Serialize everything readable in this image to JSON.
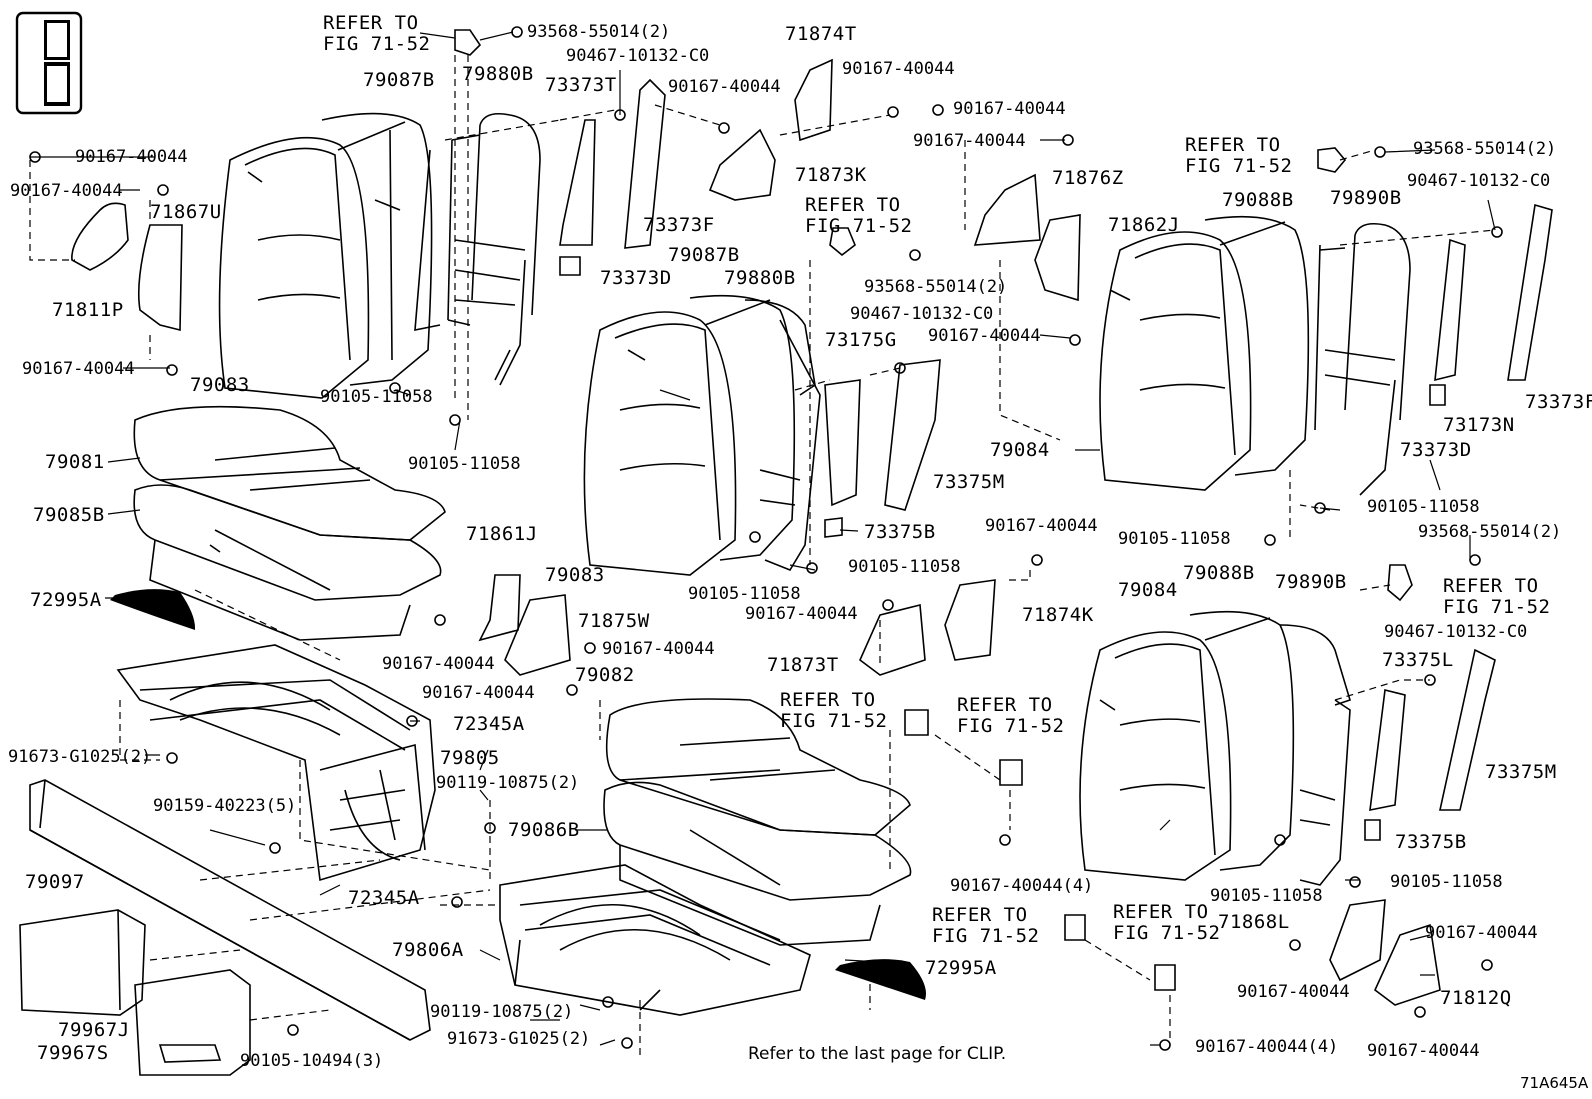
{
  "diagram_code": "71A645A",
  "footnote": "Refer to the last page for CLIP.",
  "labels": [
    {
      "id": "l1",
      "text": "REFER TO\nFIG 71-52",
      "cls": "big"
    },
    {
      "id": "l2",
      "text": "93568-55014(2)"
    },
    {
      "id": "l3",
      "text": "90467-10132-C0"
    },
    {
      "id": "l4",
      "text": "79087B",
      "cls": "big"
    },
    {
      "id": "l5",
      "text": "79880B",
      "cls": "big"
    },
    {
      "id": "l6",
      "text": "73373T",
      "cls": "big"
    },
    {
      "id": "l7",
      "text": "90167-40044"
    },
    {
      "id": "l8",
      "text": "71874T",
      "cls": "big"
    },
    {
      "id": "l9",
      "text": "90167-40044"
    },
    {
      "id": "l10",
      "text": "90167-40044"
    },
    {
      "id": "l11",
      "text": "90167-40044"
    },
    {
      "id": "l12",
      "text": "90167-40044"
    },
    {
      "id": "l13",
      "text": "71867U",
      "cls": "big"
    },
    {
      "id": "l14",
      "text": "71873K",
      "cls": "big"
    },
    {
      "id": "l15",
      "text": "73373F",
      "cls": "big"
    },
    {
      "id": "l16",
      "text": "REFER TO\nFIG 71-52",
      "cls": "big"
    },
    {
      "id": "l17",
      "text": "90167-40044"
    },
    {
      "id": "l18",
      "text": "71876Z",
      "cls": "big"
    },
    {
      "id": "l19",
      "text": "REFER TO\nFIG 71-52",
      "cls": "big"
    },
    {
      "id": "l20",
      "text": "93568-55014(2)"
    },
    {
      "id": "l21",
      "text": "90467-10132-C0"
    },
    {
      "id": "l22",
      "text": "79088B",
      "cls": "big"
    },
    {
      "id": "l23",
      "text": "79890B",
      "cls": "big"
    },
    {
      "id": "l24",
      "text": "71811P",
      "cls": "big"
    },
    {
      "id": "l25",
      "text": "73373D",
      "cls": "big"
    },
    {
      "id": "l26",
      "text": "79087B",
      "cls": "big"
    },
    {
      "id": "l27",
      "text": "79880B",
      "cls": "big"
    },
    {
      "id": "l28",
      "text": "93568-55014(2)"
    },
    {
      "id": "l29",
      "text": "71862J",
      "cls": "big"
    },
    {
      "id": "l30",
      "text": "90167-40044"
    },
    {
      "id": "l31",
      "text": "90467-10132-C0"
    },
    {
      "id": "l32",
      "text": "73175G",
      "cls": "big"
    },
    {
      "id": "l33",
      "text": "90167-40044"
    },
    {
      "id": "l34",
      "text": "79083",
      "cls": "big"
    },
    {
      "id": "l35",
      "text": "90105-11058"
    },
    {
      "id": "l36",
      "text": "90105-11058"
    },
    {
      "id": "l37",
      "text": "79081",
      "cls": "big"
    },
    {
      "id": "l38",
      "text": "79085B",
      "cls": "big"
    },
    {
      "id": "l39",
      "text": "73375M",
      "cls": "big"
    },
    {
      "id": "l40",
      "text": "79084",
      "cls": "big"
    },
    {
      "id": "l41",
      "text": "73173N",
      "cls": "big"
    },
    {
      "id": "l42",
      "text": "73373F",
      "cls": "big"
    },
    {
      "id": "l43",
      "text": "73373D",
      "cls": "big"
    },
    {
      "id": "l44",
      "text": "90105-11058"
    },
    {
      "id": "l45",
      "text": "71861J",
      "cls": "big"
    },
    {
      "id": "l46",
      "text": "73375B",
      "cls": "big"
    },
    {
      "id": "l47",
      "text": "90167-40044"
    },
    {
      "id": "l48",
      "text": "90105-11058"
    },
    {
      "id": "l49",
      "text": "93568-55014(2)"
    },
    {
      "id": "l50",
      "text": "72995A",
      "cls": "big"
    },
    {
      "id": "l51",
      "text": "79083",
      "cls": "big"
    },
    {
      "id": "l52",
      "text": "90105-11058"
    },
    {
      "id": "l53",
      "text": "90105-11058"
    },
    {
      "id": "l54",
      "text": "79084",
      "cls": "big"
    },
    {
      "id": "l55",
      "text": "79088B",
      "cls": "big"
    },
    {
      "id": "l56",
      "text": "79890B",
      "cls": "big"
    },
    {
      "id": "l57",
      "text": "REFER TO\nFIG 71-52",
      "cls": "big"
    },
    {
      "id": "l58",
      "text": "71875W",
      "cls": "big"
    },
    {
      "id": "l59",
      "text": "90167-40044"
    },
    {
      "id": "l60",
      "text": "71874K",
      "cls": "big"
    },
    {
      "id": "l61",
      "text": "90467-10132-C0"
    },
    {
      "id": "l62",
      "text": "90167-40044"
    },
    {
      "id": "l63",
      "text": "90167-40044"
    },
    {
      "id": "l64",
      "text": "71873T",
      "cls": "big"
    },
    {
      "id": "l65",
      "text": "73375L",
      "cls": "big"
    },
    {
      "id": "l66",
      "text": "90167-40044"
    },
    {
      "id": "l67",
      "text": "79082",
      "cls": "big"
    },
    {
      "id": "l68",
      "text": "REFER TO\nFIG 71-52",
      "cls": "big"
    },
    {
      "id": "l69",
      "text": "REFER TO\nFIG 71-52",
      "cls": "big"
    },
    {
      "id": "l70",
      "text": "72345A",
      "cls": "big"
    },
    {
      "id": "l71",
      "text": "91673-G1025(2)"
    },
    {
      "id": "l72",
      "text": "79805",
      "cls": "big"
    },
    {
      "id": "l73",
      "text": "90119-10875(2)"
    },
    {
      "id": "l74",
      "text": "73375M",
      "cls": "big"
    },
    {
      "id": "l75",
      "text": "90159-40223(5)"
    },
    {
      "id": "l76",
      "text": "79086B",
      "cls": "big"
    },
    {
      "id": "l77",
      "text": "73375B",
      "cls": "big"
    },
    {
      "id": "l78",
      "text": "79097",
      "cls": "big"
    },
    {
      "id": "l79",
      "text": "90167-40044(4)"
    },
    {
      "id": "l80",
      "text": "90105-11058"
    },
    {
      "id": "l81",
      "text": "90105-11058"
    },
    {
      "id": "l82",
      "text": "72345A",
      "cls": "big"
    },
    {
      "id": "l83",
      "text": "REFER TO\nFIG 71-52",
      "cls": "big"
    },
    {
      "id": "l84",
      "text": "REFER TO\nFIG 71-52",
      "cls": "big"
    },
    {
      "id": "l85",
      "text": "71868L",
      "cls": "big"
    },
    {
      "id": "l86",
      "text": "90167-40044"
    },
    {
      "id": "l87",
      "text": "79806A",
      "cls": "big"
    },
    {
      "id": "l88",
      "text": "72995A",
      "cls": "big"
    },
    {
      "id": "l89",
      "text": "90167-40044"
    },
    {
      "id": "l90",
      "text": "71812Q",
      "cls": "big"
    },
    {
      "id": "l91",
      "text": "79967J",
      "cls": "big"
    },
    {
      "id": "l92",
      "text": "90119-10875(2)"
    },
    {
      "id": "l93",
      "text": "79967S",
      "cls": "big"
    },
    {
      "id": "l94",
      "text": "91673-G1025(2)"
    },
    {
      "id": "l95",
      "text": "90105-10494(3)"
    },
    {
      "id": "l96",
      "text": "90167-40044(4)"
    },
    {
      "id": "l97",
      "text": "90167-40044"
    }
  ]
}
